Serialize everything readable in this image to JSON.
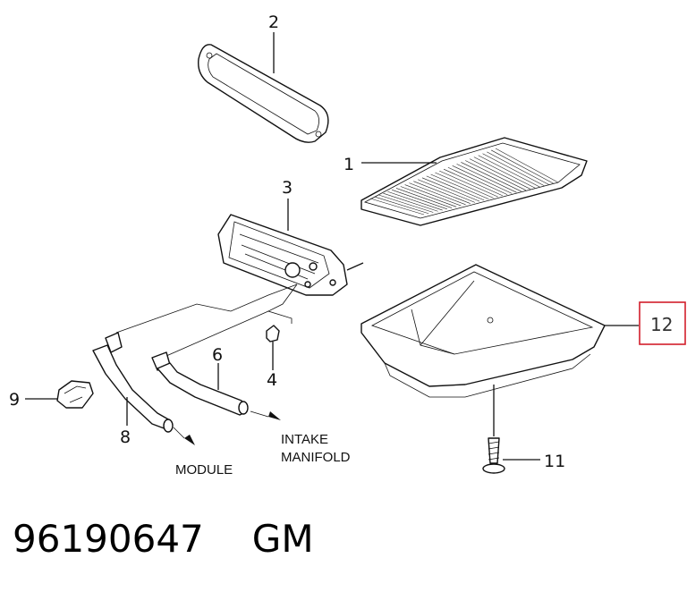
{
  "callouts": {
    "c1": "1",
    "c2": "2",
    "c3": "3",
    "c4": "4",
    "c6": "6",
    "c8": "8",
    "c9": "9",
    "c11": "11",
    "c12": "12"
  },
  "labels": {
    "module": "MODULE",
    "intake_line1": "INTAKE",
    "intake_line2": "MANIFOLD"
  },
  "highlight": {
    "color": "#d21e2b",
    "callout": "12"
  },
  "footer": {
    "part_number": "96190647",
    "brand": "GM"
  }
}
